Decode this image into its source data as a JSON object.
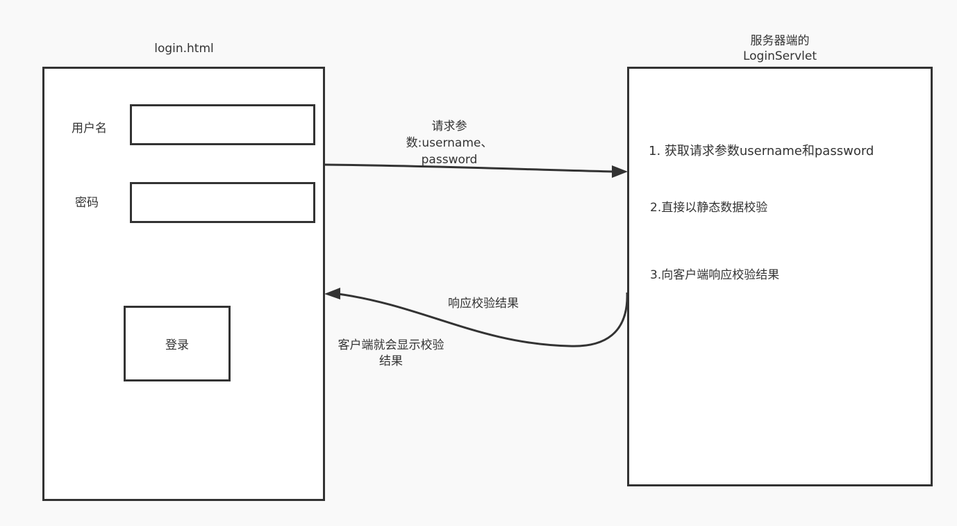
{
  "client": {
    "title": "login.html",
    "username_label": "用户名",
    "password_label": "密码",
    "username_value": "",
    "password_value": "",
    "login_button": "登录"
  },
  "server": {
    "title_line1": "服务器端的",
    "title_line2": "LoginServlet",
    "steps": [
      "1. 获取请求参数username和password",
      "2.直接以静态数据校验",
      "3.向客户端响应校验结果"
    ]
  },
  "request_edge": {
    "label_line1": "请求参",
    "label_line2": "数:username、",
    "label_line3": "password"
  },
  "response_edge": {
    "label": "响应校验结果",
    "note_line1": "客户端就会显示校验",
    "note_line2": "结果"
  },
  "colors": {
    "background": "#f9f9f9",
    "stroke": "#333333",
    "fill": "#ffffff"
  }
}
